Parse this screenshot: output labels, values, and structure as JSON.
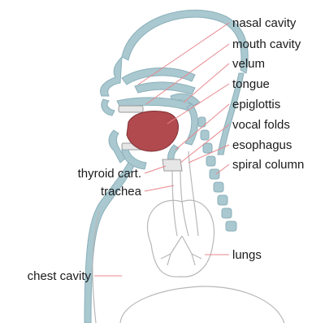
{
  "labels": {
    "nasal_cavity": "nasal cavity",
    "mouth_cavity": "mouth cavity",
    "velum": "velum",
    "tongue": "tongue",
    "epiglottis": "epiglottis",
    "vocal_folds": "vocal folds",
    "esophagus": "esophagus",
    "spiral_column": "spiral column",
    "thyroid_cart": "thyroid cart.",
    "trachea": "trachea",
    "lungs": "lungs",
    "chest_cavity": "chest cavity"
  },
  "colors": {
    "tissue": "#a9c8d0",
    "tongue": "#b04a4e",
    "leader_line": "#e8878c",
    "outline": "#b8b8b8"
  }
}
